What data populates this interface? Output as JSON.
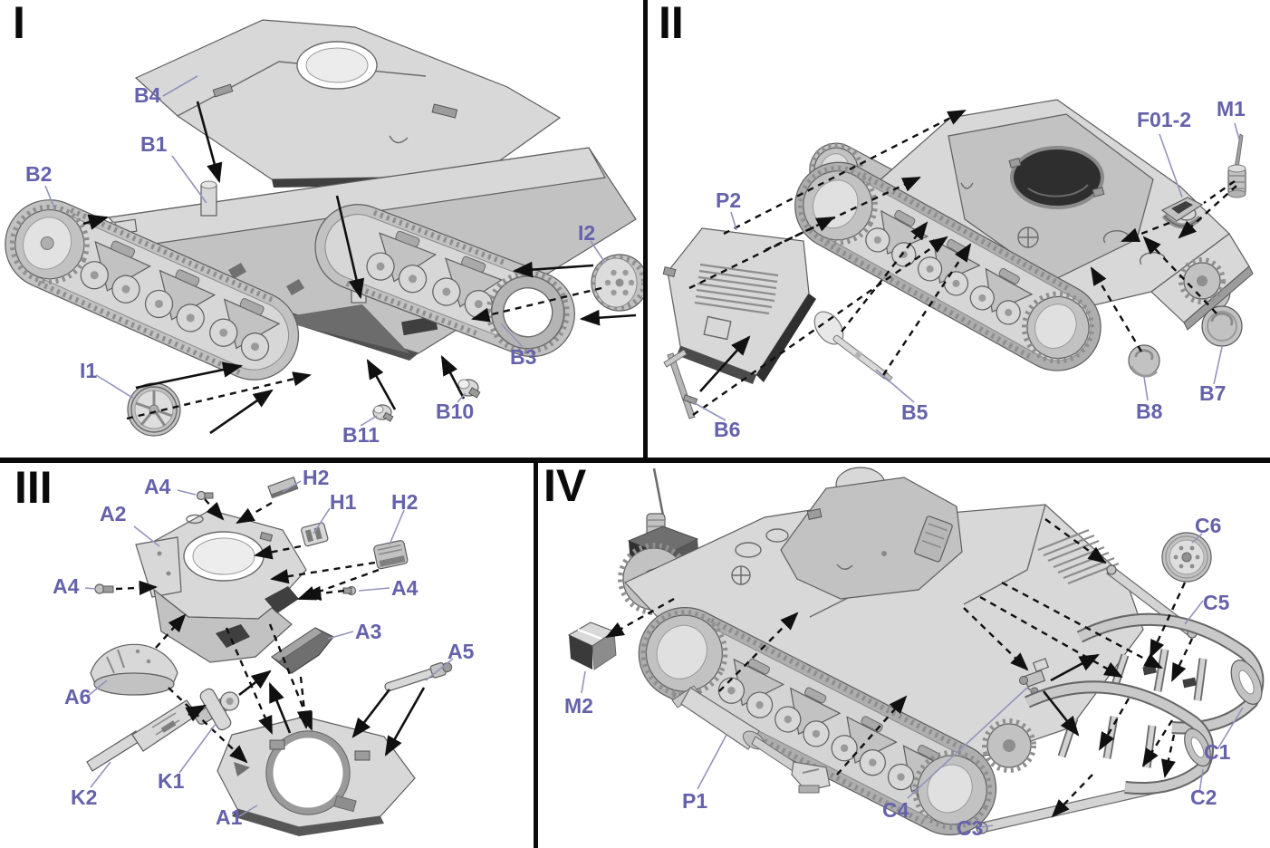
{
  "figure": {
    "kind": "model-kit-assembly-instructions",
    "subject": "light tank exploded-view assembly, four numbered steps"
  },
  "colors": {
    "background": "#ffffff",
    "label": "#6562ab",
    "numeral": "#0a0a0a",
    "divider": "#0a0a0a",
    "connector": "#101010",
    "leader_line": "#9493bc",
    "part_light": "#d8d8d8",
    "part_mid": "#c2c2c2",
    "part_dark": "#9c9c9c"
  },
  "steps": {
    "s1": {
      "numeral": "I",
      "parts": {
        "b4": "B4",
        "b1": "B1",
        "b2": "B2",
        "i2": "I2",
        "b3": "B3",
        "b10": "B10",
        "b11": "B11",
        "i1": "I1"
      }
    },
    "s2": {
      "numeral": "II",
      "parts": {
        "p2": "P2",
        "f01_2": "F01-2",
        "m1": "M1",
        "b6": "B6",
        "b5": "B5",
        "b8": "B8",
        "b7": "B7"
      }
    },
    "s3": {
      "numeral": "III",
      "parts": {
        "a4_top": "A4",
        "a2": "A2",
        "a4_left": "A4",
        "h2_top": "H2",
        "h1": "H1",
        "h2_right": "H2",
        "a4_right": "A4",
        "a3": "A3",
        "a5": "A5",
        "a6": "A6",
        "k2": "K2",
        "k1": "K1",
        "a1": "A1"
      }
    },
    "s4": {
      "numeral": "IV",
      "parts": {
        "m2": "M2",
        "p1": "P1",
        "c4": "C4",
        "c3": "C3",
        "c6": "C6",
        "c5": "C5",
        "c1": "C1",
        "c2": "C2"
      }
    }
  }
}
